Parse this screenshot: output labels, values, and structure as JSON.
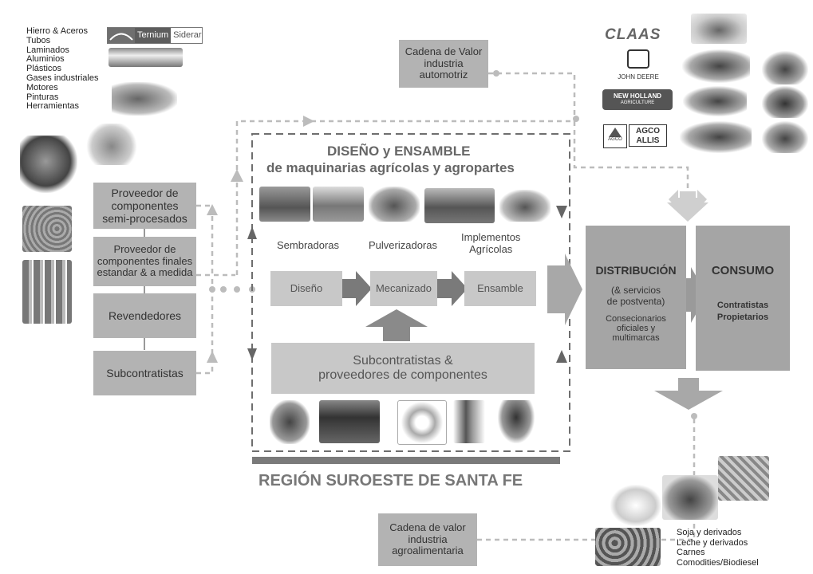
{
  "materials": {
    "list": "Hierro & Aceros\nTubos\nLaminados\nAluminios\nPlásticos\nGases industriales\nMotores\nPinturas\nHerramientas",
    "logo_ternium": "Ternium",
    "logo_siderar": "Siderar"
  },
  "suppliers": {
    "semi_processed": "Proveedor de\ncomponentes\nsemi-procesados",
    "finished": "Proveedor de\ncomponentes finales\nestandar & a medida",
    "resellers": "Revendedores",
    "subcontractors": "Subcontratistas"
  },
  "auto_chain": "Cadena de Valor\nindustria\nautomotriz",
  "agro_chain": "Cadena de valor\nindustria\nagroalimentaria",
  "design": {
    "title": "DISEÑO y ENSAMBLE",
    "subtitle": "de maquinarias agrícolas y agropartes",
    "products": {
      "seeders": "Sembradoras",
      "sprayers": "Pulverizadoras",
      "implements": "Implementos\nAgrícolas"
    },
    "process": {
      "design": "Diseño",
      "machining": "Mecanizado",
      "assembly": "Ensamble"
    },
    "sub_suppliers": "Subcontratistas &\nproveedores de componentes"
  },
  "region": "REGIÓN SUROESTE DE SANTA FE",
  "distribution": {
    "title": "DISTRIBUCIÓN",
    "services": "(& servicios\nde postventa)",
    "dealers": "Consecionarios\noficiales y\nmultimarcas"
  },
  "consumption": {
    "title": "CONSUMO",
    "who": "Contratistas\nPropietarios"
  },
  "brands": {
    "claas": "CLAAS",
    "john_deere": "JOHN DEERE",
    "new_holland": "NEW HOLLAND",
    "new_holland_sub": "AGRICULTURE",
    "agco": "AGCO",
    "agco_allis": "AGCO\nALLIS"
  },
  "food_products": "Soja y derivados\nLeche y derivados\nCarnes\nComodities/Biodiesel"
}
